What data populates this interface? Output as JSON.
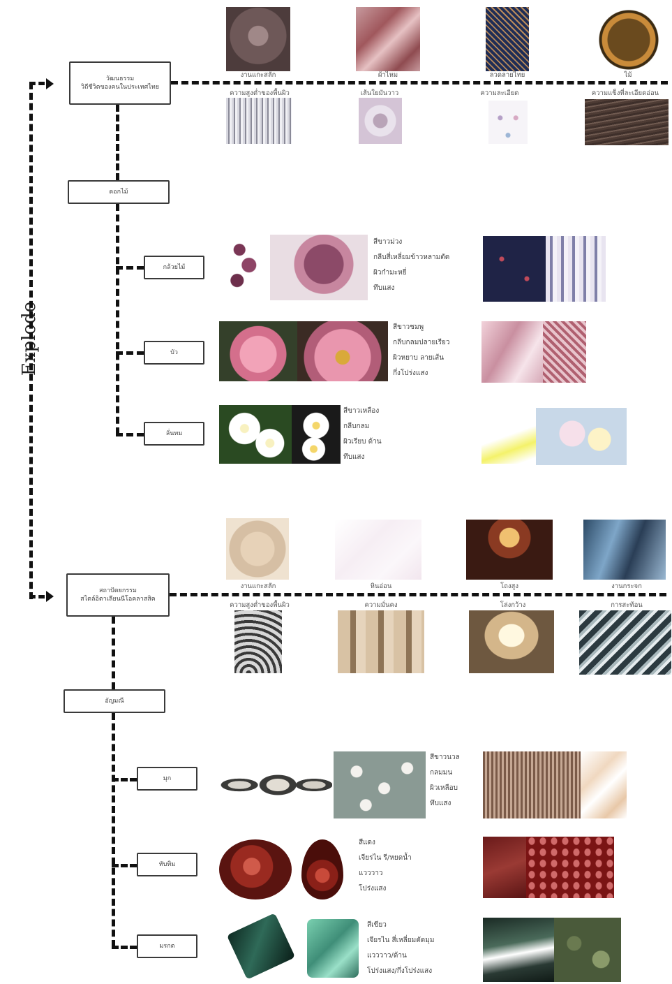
{
  "side_label": "Explode",
  "sections": {
    "culture": {
      "box_line1": "วัฒนธรรม",
      "box_line2": "วิถีชีวิตของคนในประเทศไทย",
      "top_captions": [
        "งานแกะสลัก",
        "ผ้าไหม",
        "ลวดลายไทย",
        "ไม้"
      ],
      "bottom_captions": [
        "ความสูงต่ำของพื้นผิว",
        "เส้นใยมันวาว",
        "ความละเอียด",
        "ความแข็งที่ละเอียดอ่อน"
      ]
    },
    "flowers": {
      "box": "ดอกไม้",
      "items": [
        {
          "label": "กล้วยไม้",
          "desc": [
            "สีขาวม่วง",
            "กลีบสี่เหลี่ยมข้าวหลามตัด",
            "ผิวกำมะหยี่",
            "ทึบแสง"
          ]
        },
        {
          "label": "บัว",
          "desc": [
            "สีขาวชมพู",
            "กลีบกลมปลายเรียว",
            "ผิวหยาบ ลายเส้น",
            "กึ่งโปร่งแสง"
          ]
        },
        {
          "label": "ลั่นทม",
          "desc": [
            "สีขาวเหลือง",
            "กลีบกลม",
            "ผิวเรียบ ด้าน",
            "ทึบแสง"
          ]
        }
      ]
    },
    "architecture": {
      "box_line1": "สถาปัตยกรรม",
      "box_line2": "สไตล์อิตาเลียนนีโอคลาสสิค",
      "top_captions": [
        "งานแกะสลัก",
        "หินอ่อน",
        "โถงสูง",
        "งานกระจก"
      ],
      "bottom_captions": [
        "ความสูงต่ำของพื้นผิว",
        "ความมั่นคง",
        "โล่งกว้าง",
        "การสะท้อน"
      ]
    },
    "gems": {
      "box": "อัญมณี",
      "items": [
        {
          "label": "มุก",
          "desc": [
            "สีขาวนวล",
            "กลมมน",
            "ผิวเหลือบ",
            "ทึบแสง"
          ]
        },
        {
          "label": "ทับทิม",
          "desc": [
            "สีแดง",
            "เจียรไน รี/หยดน้ำ",
            "แวววาว",
            "โปร่งแสง"
          ]
        },
        {
          "label": "มรกต",
          "desc": [
            "สีเขียว",
            "เจียรไน สี่เหลี่ยมตัดมุม",
            "แวววาว/ด้าน",
            "โปร่งแสง/กึ่งโปร่งแสง"
          ]
        }
      ]
    }
  }
}
